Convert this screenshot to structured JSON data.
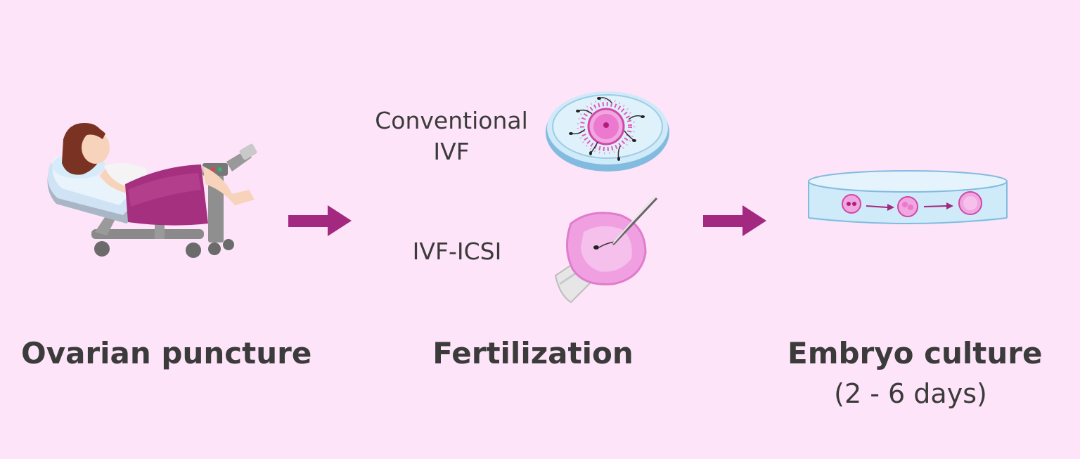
{
  "steps": [
    {
      "title": "Ovarian puncture",
      "icon": "patient-on-gynecological-chair"
    },
    {
      "title": "Fertilization",
      "icon": "fertilization-methods"
    },
    {
      "title": "Embryo culture",
      "subtitle": "(2 - 6 days)",
      "icon": "culture-dish"
    }
  ],
  "methods": {
    "conventional_line1": "Conventional",
    "conventional_line2": "IVF",
    "icsi": "IVF-ICSI"
  },
  "colors": {
    "background": "#fde4f8",
    "arrow": "#a3287f",
    "egg": "#ee82d9",
    "dish": "#cfeaf8",
    "dish_edge": "#82bbe0",
    "hair": "#7a3323",
    "gown": "#a4307f"
  }
}
